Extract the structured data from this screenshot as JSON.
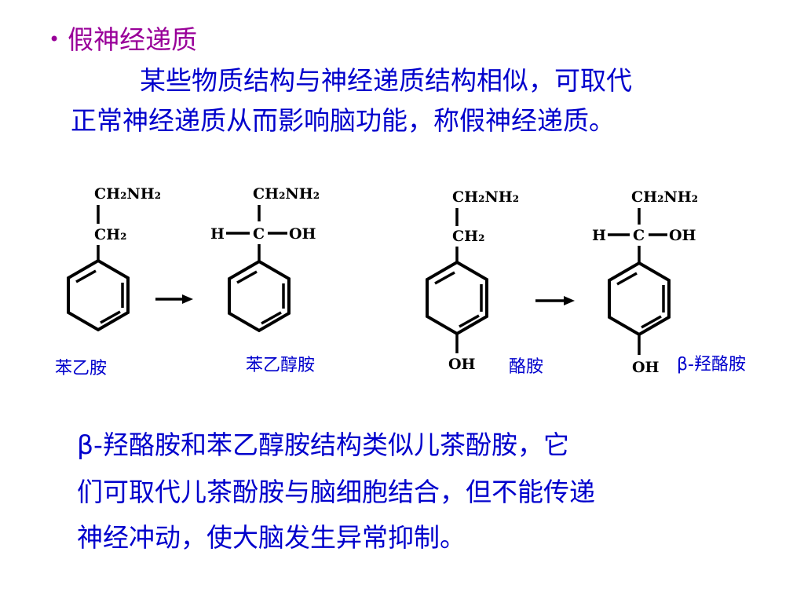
{
  "title": "假神经递质",
  "bullet": "•",
  "intro_lines": [
    "某些物质结构与神经递质结构相似，可取代",
    "正常神经递质从而影响脑功能，称假神经递质。"
  ],
  "molecules": {
    "phenylethylamine": {
      "top": "CH₂NH₂",
      "mid": "CH₂",
      "name": "苯乙胺"
    },
    "phenylethanolamine": {
      "top": "CH₂NH₂",
      "left": "H",
      "center": "C",
      "right": "OH",
      "name": "苯乙醇胺"
    },
    "tyramine": {
      "top": "CH₂NH₂",
      "mid": "CH₂",
      "bottom": "OH",
      "name": "酪胺"
    },
    "octopamine": {
      "top": "CH₂NH₂",
      "left": "H",
      "center": "C",
      "right": "OH",
      "bottom": "OH",
      "name": "β-羟酪胺"
    }
  },
  "conclusion_lines": [
    "β-羟酪胺和苯乙醇胺结构类似儿茶酚胺，它",
    "们可取代儿茶酚胺与脑细胞结合，但不能传递",
    "神经冲动，使大脑发生异常抑制。"
  ],
  "colors": {
    "title": "#990099",
    "text": "#0000cc",
    "structure": "#000000"
  }
}
